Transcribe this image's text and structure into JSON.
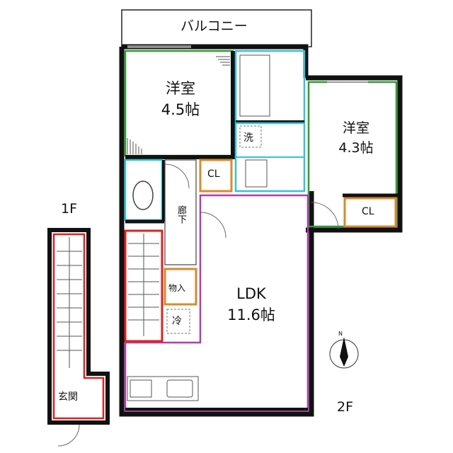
{
  "floor_labels": {
    "first_floor": "1F",
    "second_floor": "2F"
  },
  "rooms": {
    "balcony": "バルコニー",
    "western_room_a": {
      "name": "洋室",
      "size": "4.5帖"
    },
    "western_room_b": {
      "name": "洋室",
      "size": "4.3帖"
    },
    "ldk": {
      "name": "LDK",
      "size": "11.6帖"
    },
    "closet_a": "CL",
    "closet_b": "CL",
    "laundry": "洗",
    "corridor": "廊下",
    "storage": "物入",
    "refrigerator": "冷",
    "entrance": "玄関"
  },
  "colors": {
    "wall": "#111111",
    "western_room_outline": "#2e9e2e",
    "ldk_outline": "#b23ab2",
    "wet_area_outline": "#33c3d6",
    "closet_outline": "#d98a2b",
    "stair_outline": "#e02020"
  },
  "compass_icon": "north-arrow-icon"
}
